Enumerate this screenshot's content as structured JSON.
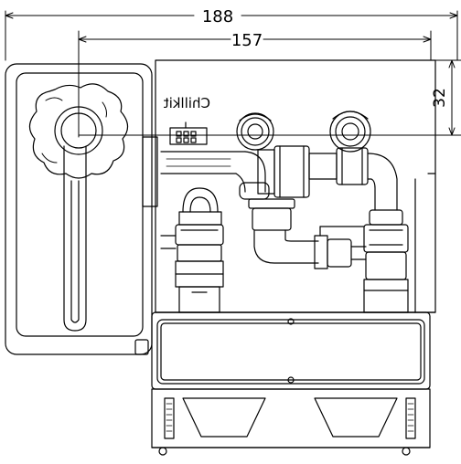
{
  "dimensions": {
    "overall_width": "188",
    "hole_distance": "157",
    "height_offset": "32"
  },
  "labels": {
    "mirrored_brand": "Chillkit"
  },
  "colors": {
    "line": "#000000",
    "background": "#ffffff"
  }
}
